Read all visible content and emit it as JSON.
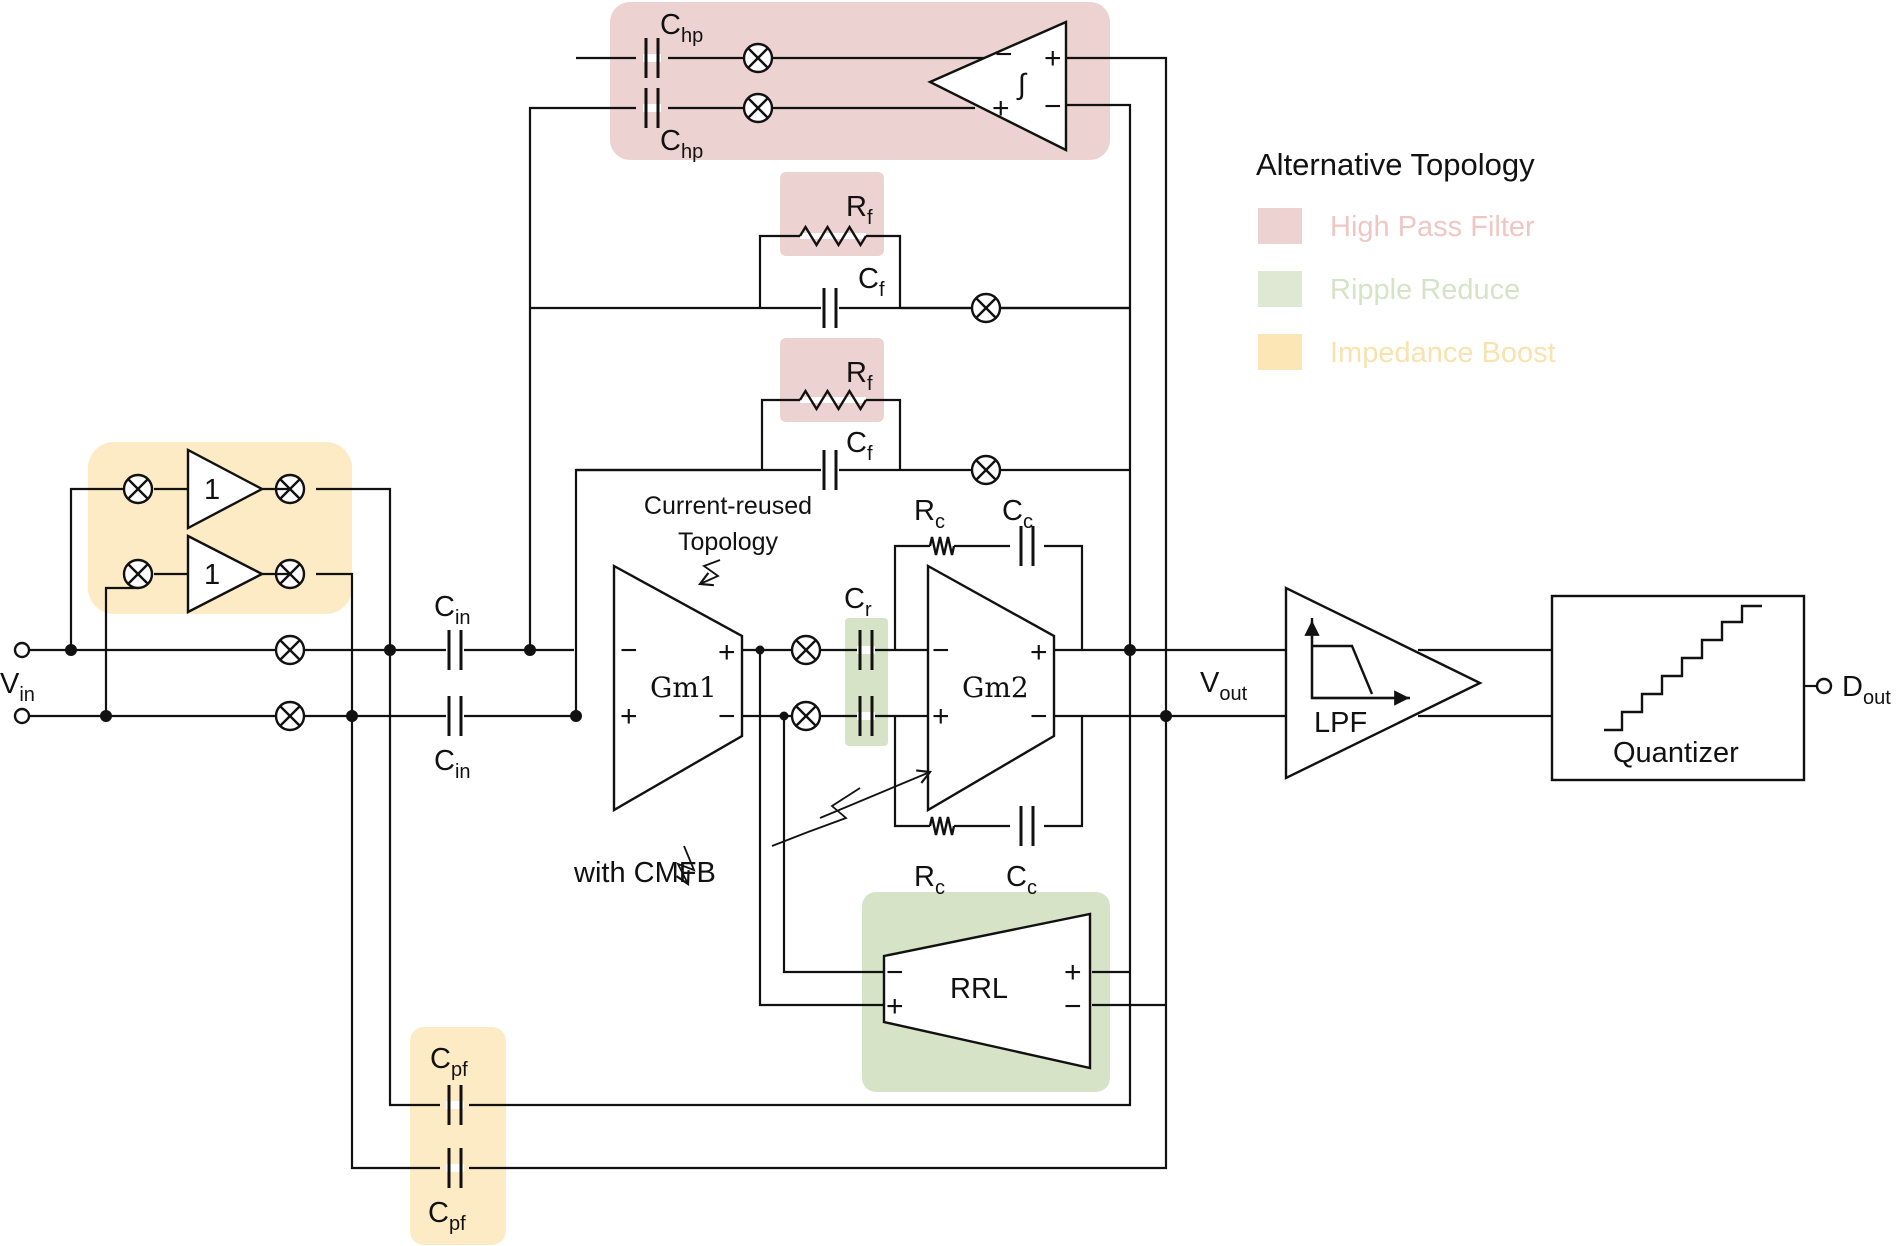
{
  "legend": {
    "title": "Alternative Topology",
    "items": [
      {
        "label": "High Pass Filter",
        "color": "#ecd3d1",
        "text_color": "#eec7c4"
      },
      {
        "label": "Ripple Reduce",
        "color": "#dfe8d2",
        "text_color": "#d5e3c6"
      },
      {
        "label": "Impedance Boost",
        "color": "#fce6b5",
        "text_color": "#f8e3ae"
      }
    ]
  },
  "colors": {
    "highpass": "#ecd3d1",
    "ripple": "#d7e3c6",
    "impedance": "#fcebc4",
    "wire": "#111111"
  },
  "labels": {
    "vin_main": "V",
    "vin_sub": "in",
    "vout_main": "V",
    "vout_sub": "out",
    "dout_main": "D",
    "dout_sub": "out",
    "cin_main": "C",
    "cin_sub": "in",
    "chp_main": "C",
    "chp_sub": "hp",
    "rf_main": "R",
    "rf_sub": "f",
    "cf_main": "C",
    "cf_sub": "f",
    "cr_main": "C",
    "cr_sub": "r",
    "rc_main": "R",
    "rc_sub": "c",
    "cc_main": "C",
    "cc_sub": "c",
    "cpf_main": "C",
    "cpf_sub": "pf",
    "gm1": "Gm1",
    "gm2": "Gm2",
    "rrl": "RRL",
    "lpf": "LPF",
    "quantizer": "Quantizer",
    "buffer_gain": "1",
    "integrator": "∫",
    "current_reused_line1": "Current-reused",
    "current_reused_line2": "Topology",
    "with_cmfb": "with CMFB",
    "plus": "+",
    "minus": "−"
  }
}
